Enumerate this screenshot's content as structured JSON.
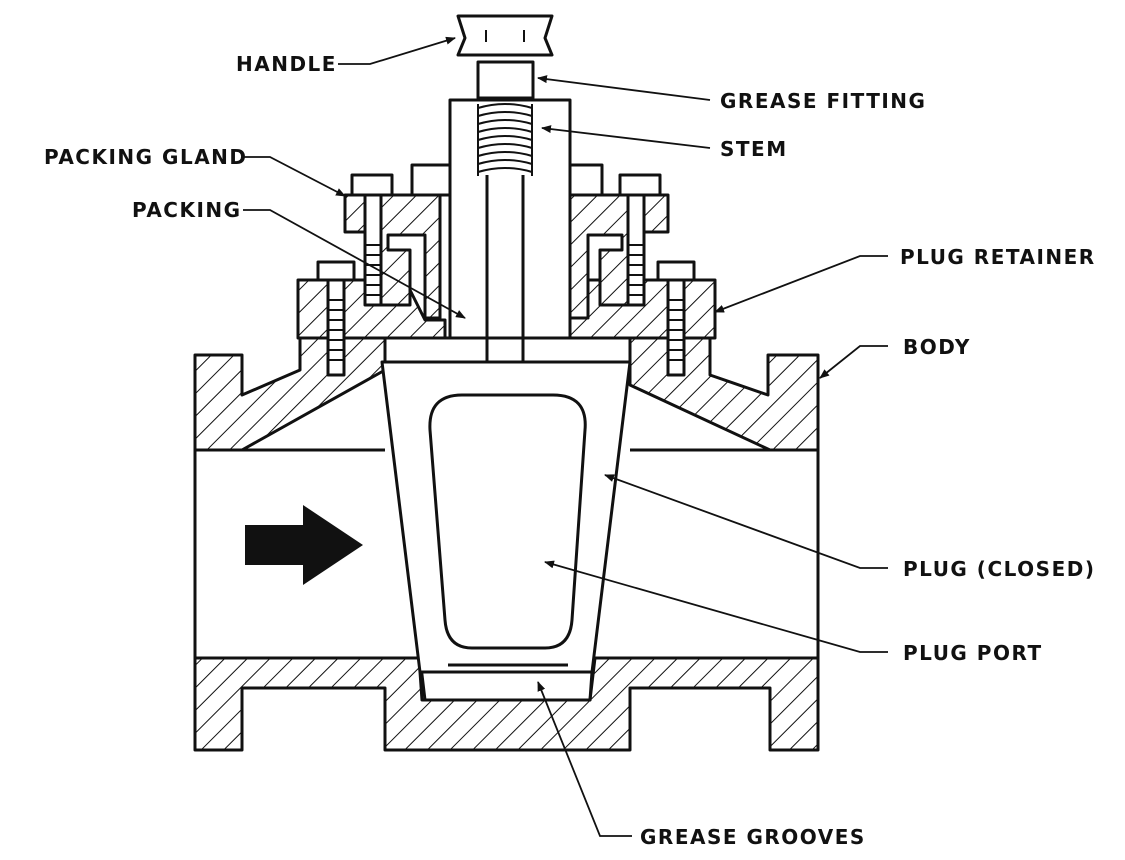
{
  "diagram": {
    "labels": {
      "handle": "HANDLE",
      "grease_fitting": "GREASE FITTING",
      "stem": "STEM",
      "packing_gland": "PACKING GLAND",
      "packing": "PACKING",
      "plug_retainer": "PLUG RETAINER",
      "body": "BODY",
      "plug_closed": "PLUG (CLOSED)",
      "plug_port": "PLUG PORT",
      "grease_grooves": "GREASE GROOVES"
    },
    "colors": {
      "line": "#111111",
      "background": "#ffffff"
    },
    "icons": {
      "flow": "flow-arrow-icon"
    }
  }
}
